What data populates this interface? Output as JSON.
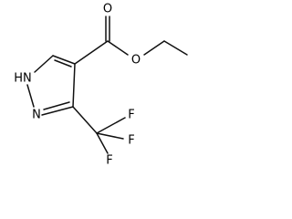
{
  "molecule": {
    "atoms": {
      "nh": "HN",
      "n": "N",
      "o_carbonyl": "O",
      "o_ester": "O",
      "f_top": "F",
      "f_right": "F",
      "f_bottom": "F"
    },
    "colors": {
      "bond": "#111111",
      "label": "#000000",
      "background": "#ffffff"
    }
  }
}
